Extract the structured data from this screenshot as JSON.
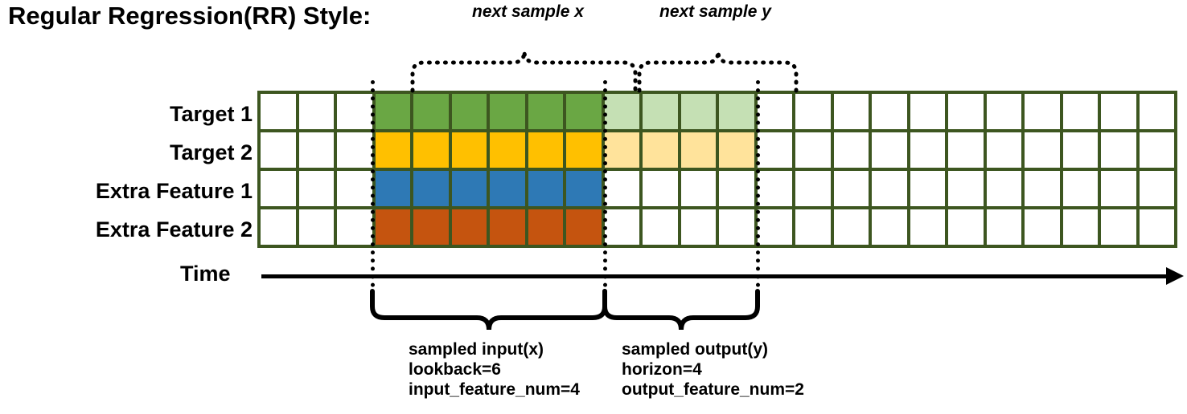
{
  "title": "Regular Regression(RR) Style:",
  "top_captions": {
    "next_sample_x": "next sample x",
    "next_sample_y": "next sample y"
  },
  "row_labels": [
    "Target 1",
    "Target 2",
    "Extra Feature 1",
    "Extra Feature 2"
  ],
  "time_axis": {
    "label": "Time",
    "arrow_direction": "right"
  },
  "annotations": {
    "input": {
      "line1": "sampled input(x)",
      "line2": "lookback=6",
      "line3": "input_feature_num=4"
    },
    "output": {
      "line1": "sampled output(y)",
      "line2": "horizon=4",
      "line3": "output_feature_num=2"
    }
  },
  "colors": {
    "grid_border": "#3d5620",
    "empty_cell": "#ffffff",
    "target1_strong": "#6aa744",
    "target1_faded": "#c5e0b4",
    "target2_strong": "#ffc000",
    "target2_faded": "#ffe39b",
    "extra1_strong": "#2e79b5",
    "extra2_strong": "#c5540f",
    "line": "#000000"
  },
  "grid": {
    "columns": 24,
    "rows": 4,
    "input_start_col": 3,
    "input_end_col": 8,
    "output_start_col": 9,
    "output_end_col": 12,
    "row_fill": [
      [
        "#ffffff",
        "#ffffff",
        "#ffffff",
        "#6aa744",
        "#6aa744",
        "#6aa744",
        "#6aa744",
        "#6aa744",
        "#6aa744",
        "#c5e0b4",
        "#c5e0b4",
        "#c5e0b4",
        "#c5e0b4",
        "#ffffff",
        "#ffffff",
        "#ffffff",
        "#ffffff",
        "#ffffff",
        "#ffffff",
        "#ffffff",
        "#ffffff",
        "#ffffff",
        "#ffffff",
        "#ffffff"
      ],
      [
        "#ffffff",
        "#ffffff",
        "#ffffff",
        "#ffc000",
        "#ffc000",
        "#ffc000",
        "#ffc000",
        "#ffc000",
        "#ffc000",
        "#ffe39b",
        "#ffe39b",
        "#ffe39b",
        "#ffe39b",
        "#ffffff",
        "#ffffff",
        "#ffffff",
        "#ffffff",
        "#ffffff",
        "#ffffff",
        "#ffffff",
        "#ffffff",
        "#ffffff",
        "#ffffff",
        "#ffffff"
      ],
      [
        "#ffffff",
        "#ffffff",
        "#ffffff",
        "#2e79b5",
        "#2e79b5",
        "#2e79b5",
        "#2e79b5",
        "#2e79b5",
        "#2e79b5",
        "#ffffff",
        "#ffffff",
        "#ffffff",
        "#ffffff",
        "#ffffff",
        "#ffffff",
        "#ffffff",
        "#ffffff",
        "#ffffff",
        "#ffffff",
        "#ffffff",
        "#ffffff",
        "#ffffff",
        "#ffffff",
        "#ffffff"
      ],
      [
        "#ffffff",
        "#ffffff",
        "#ffffff",
        "#c5540f",
        "#c5540f",
        "#c5540f",
        "#c5540f",
        "#c5540f",
        "#c5540f",
        "#ffffff",
        "#ffffff",
        "#ffffff",
        "#ffffff",
        "#ffffff",
        "#ffffff",
        "#ffffff",
        "#ffffff",
        "#ffffff",
        "#ffffff",
        "#ffffff",
        "#ffffff",
        "#ffffff",
        "#ffffff",
        "#ffffff"
      ]
    ]
  }
}
